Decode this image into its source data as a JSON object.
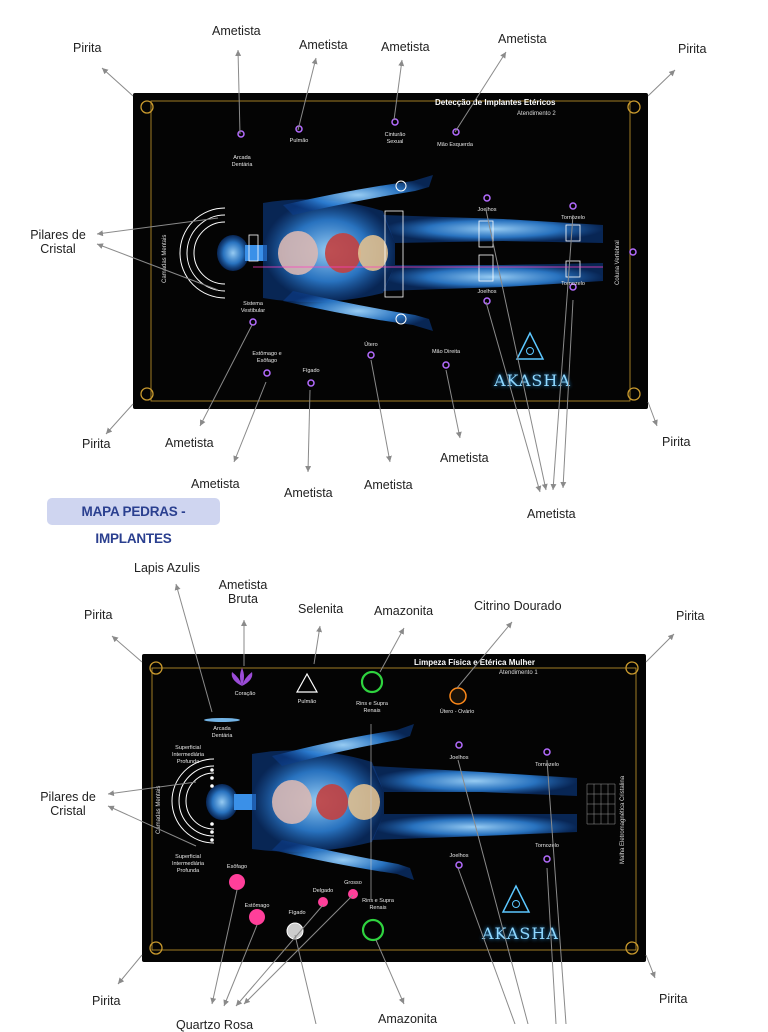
{
  "section_title": "MAPA PEDRAS - IMPLANTES",
  "brand": "AKASHA",
  "map1": {
    "title": "Detecção de Implantes Etéricos",
    "subtitle": "Atendimento 2",
    "labels": {
      "pirita": "Pirita",
      "ametista": "Ametista",
      "pilares": "Pilares de Cristal"
    },
    "points": {
      "arcada": "Arcada Dentária",
      "pulmao": "Pulmão",
      "cinturao": "Cinturão Sexual",
      "mao_esq": "Mão Esquerda",
      "joelhos": "Joelhos",
      "tornozelo": "Tornozelo",
      "sistema": "Sistema Vestibular",
      "estomago": "Estômago e Esôfago",
      "figado": "Fígado",
      "utero": "Útero",
      "mao_dir": "Mão Direita",
      "camadas": "Camadas Mentais",
      "coluna": "Coluna Vertebral"
    }
  },
  "map2": {
    "title": "Limpeza Física e Etérica Mulher",
    "subtitle": "Atendimento 1",
    "labels": {
      "pirita": "Pirita",
      "lapis": "Lapis Azulis",
      "ametista_bruta": "Ametista Bruta",
      "selenita": "Selenita",
      "amazonita": "Amazonita",
      "citrino": "Citrino Dourado",
      "pilares": "Pilares de Cristal",
      "quartzo": "Quartzo Rosa"
    },
    "points": {
      "coracao": "Coração",
      "pulmao": "Pulmão",
      "rins": "Rins e Supra Renais",
      "utero_ovario": "Útero - Ovário",
      "arcada": "Arcada Dentária",
      "superficial": "Superficial",
      "intermediaria": "Intermediária",
      "profunda": "Profunda",
      "joelhos": "Joelhos",
      "tornozelo": "Tornozelo",
      "esofago": "Esôfago",
      "estomago": "Estômago",
      "delgado": "Delgado",
      "grosso": "Grosso",
      "figado": "Fígado",
      "camadas": "Camadas Mentais",
      "malha": "Malha Eletromagnética Cristalina"
    }
  },
  "colors": {
    "panel": "#040404",
    "gold": "#c99a2e",
    "body": "#4aa8ff",
    "purple": "#b46cff",
    "pink": "#ff3f9a",
    "green": "#2fd33f",
    "badge_bg": "#cfd5f0",
    "badge_text": "#2a3f8f"
  }
}
